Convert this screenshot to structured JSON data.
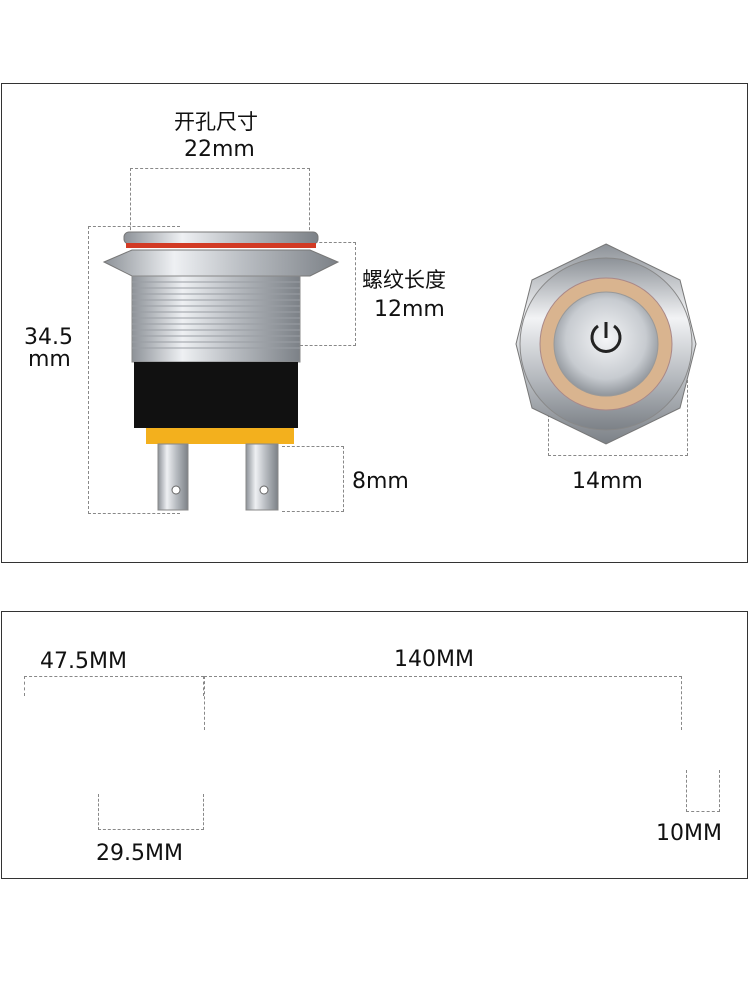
{
  "top_panel": {
    "hole_size_label": "开孔尺寸",
    "hole_size_value": "22mm",
    "thread_length_label": "螺纹长度",
    "thread_length_value": "12mm",
    "height_value_line1": "34.5",
    "height_value_line2": "mm",
    "terminal_value": "8mm",
    "face_value": "14mm"
  },
  "bottom_panel": {
    "total_length_value": "47.5MM",
    "wire_length_value": "140MM",
    "connector_value": "29.5MM",
    "strip_length_value": "10MM"
  },
  "colors": {
    "metal": "#c9ccd1",
    "metal_dark": "#8d9298",
    "housing_black": "#111111",
    "housing_yellow": "#f3b01d",
    "connector_orange": "#f0962a",
    "wire_red": "#d61a1a",
    "wire_black": "#111111",
    "seal_ring": "#d23a24"
  }
}
